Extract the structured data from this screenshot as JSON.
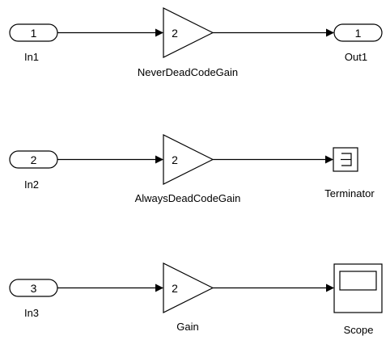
{
  "rows": [
    {
      "inport": {
        "number": "1",
        "label": "In1"
      },
      "gain": {
        "value": "2",
        "label": "NeverDeadCodeGain"
      },
      "sink": {
        "type": "outport",
        "number": "1",
        "label": "Out1"
      }
    },
    {
      "inport": {
        "number": "2",
        "label": "In2"
      },
      "gain": {
        "value": "2",
        "label": "AlwaysDeadCodeGain"
      },
      "sink": {
        "type": "terminator",
        "label": "Terminator"
      }
    },
    {
      "inport": {
        "number": "3",
        "label": "In3"
      },
      "gain": {
        "value": "2",
        "label": "Gain"
      },
      "sink": {
        "type": "scope",
        "label": "Scope"
      }
    }
  ]
}
